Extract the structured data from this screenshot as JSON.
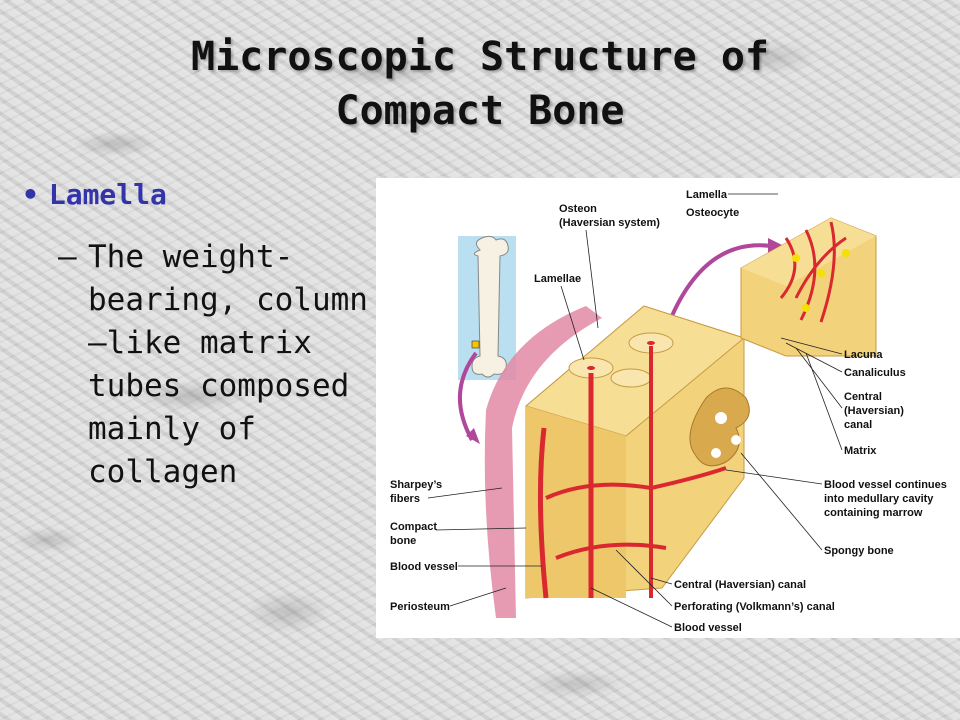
{
  "slide": {
    "title_line1": "Microscopic Structure of",
    "title_line2": "Compact Bone",
    "bullet": "Lamella",
    "sub_dash": "–",
    "sub_text": "The weight-bearing, column—like matrix tubes composed mainly of collagen"
  },
  "diagram": {
    "labels": {
      "osteon": "Osteon",
      "haversian_system": "(Haversian system)",
      "lamellae": "Lamellae",
      "lamella": "Lamella",
      "osteocyte": "Osteocyte",
      "lacuna": "Lacuna",
      "canaliculus": "Canaliculus",
      "central_1": "Central",
      "central_2": "(Haversian)",
      "central_3": "canal",
      "matrix": "Matrix",
      "sharpeys_1": "Sharpey’s",
      "sharpeys_2": "fibers",
      "compact_1": "Compact",
      "compact_2": "bone",
      "blood_vessel_left": "Blood vessel",
      "periosteum": "Periosteum",
      "bv_continues_1": "Blood vessel continues",
      "bv_continues_2": "into medullary cavity",
      "bv_continues_3": "containing marrow",
      "spongy_bone": "Spongy bone",
      "central_haversian_canal": "Central (Haversian) canal",
      "perforating_canal": "Perforating (Volkmann’s) canal",
      "blood_vessel_bottom": "Blood vessel"
    },
    "colors": {
      "bone": "#f2d27a",
      "bone_dark": "#d9a94e",
      "vessel": "#d9282f",
      "periosteum": "#e38aa5",
      "osteocyte": "#f5e000",
      "inset_bg": "#b9dff0",
      "arrow": "#b0479b"
    }
  }
}
